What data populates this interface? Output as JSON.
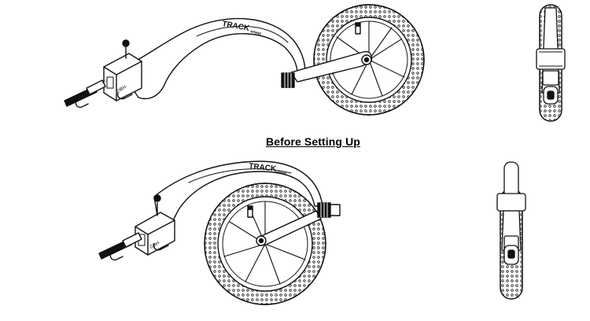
{
  "caption": "Before Setting Up",
  "brand": {
    "main": "TRACK",
    "sub": "wheel"
  },
  "figures": [
    "attachment-side-view-before",
    "wheel-front-view-before",
    "attachment-side-view-after",
    "wheel-front-view-after"
  ]
}
